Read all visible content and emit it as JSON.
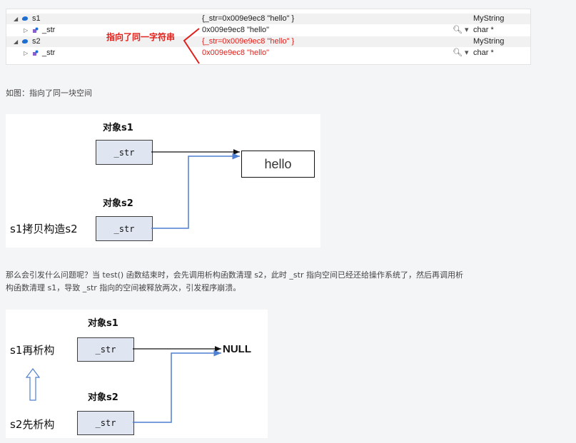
{
  "watch": {
    "rows": [
      {
        "name": "s1",
        "value": "{_str=0x009e9ec8 \"hello\" }",
        "type": "MyString"
      },
      {
        "name": "_str",
        "value": "0x009e9ec8 \"hello\"",
        "type": "char *"
      },
      {
        "name": "s2",
        "value": "{_str=0x009e9ec8 \"hello\" }",
        "type": "MyString"
      },
      {
        "name": "_str",
        "value": "0x009e9ec8 \"hello\"",
        "type": "char *"
      }
    ],
    "annotation": "指向了同一字符串"
  },
  "caption1": "如图：指向了同一块空间",
  "diagram1": {
    "obj1_label": "对象s1",
    "obj2_label": "对象s2",
    "box1": "_str",
    "box2": "_str",
    "target": "hello",
    "side_label": "s1拷贝构造s2"
  },
  "paragraph": [
    "那么会引发什么问题呢？当 test() 函数结束时，会先调用析构函数清理 s2，此时 _str 指向空间已经还给操作系统了，然后再调用析",
    "构函数清理 s1，导致 _str 指向的空间被释放两次，引发程序崩溃。"
  ],
  "diagram2": {
    "obj1_label": "对象s1",
    "obj2_label": "对象s2",
    "box1": "_str",
    "box2": "_str",
    "target": "NULL",
    "side1": "s1再析构",
    "side2": "s2先析构"
  },
  "colors": {
    "accent_red": "#e0201a",
    "blue_line": "#4f7fd0",
    "box_fill": "#dfe6f1"
  }
}
